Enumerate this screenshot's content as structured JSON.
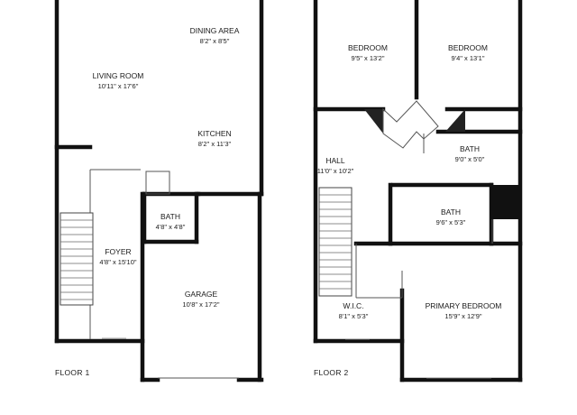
{
  "floors": [
    {
      "label": "FLOOR 1",
      "rooms": [
        {
          "name": "DINING AREA",
          "dims": "8'2\" x 8'5\""
        },
        {
          "name": "LIVING ROOM",
          "dims": "10'11\" x 17'6\""
        },
        {
          "name": "KITCHEN",
          "dims": "8'2\" x 11'3\""
        },
        {
          "name": "BATH",
          "dims": "4'8\" x 4'8\""
        },
        {
          "name": "FOYER",
          "dims": "4'8\" x 15'10\""
        },
        {
          "name": "GARAGE",
          "dims": "10'8\" x 17'2\""
        }
      ]
    },
    {
      "label": "FLOOR 2",
      "rooms": [
        {
          "name": "BEDROOM",
          "dims": "9'5\" x 13'2\""
        },
        {
          "name": "BEDROOM",
          "dims": "9'4\" x 13'1\""
        },
        {
          "name": "HALL",
          "dims": "11'0\" x 10'2\""
        },
        {
          "name": "BATH",
          "dims": "9'0\" x 5'0\""
        },
        {
          "name": "BATH",
          "dims": "9'6\" x 5'3\""
        },
        {
          "name": "W.I.C.",
          "dims": "8'1\" x 5'3\""
        },
        {
          "name": "PRIMARY BEDROOM",
          "dims": "15'9\" x 12'9\""
        }
      ]
    }
  ]
}
